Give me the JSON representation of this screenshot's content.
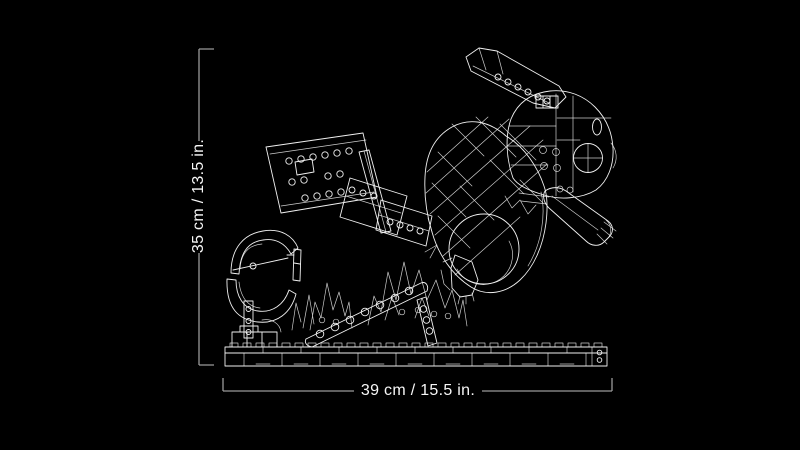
{
  "canvas": {
    "background_color": "#000000",
    "artwork_line_color": "#f0f0f0",
    "dimension_line_color": "#9a9a9a",
    "text_color": "#f7f7f7"
  },
  "artwork": {
    "subject": "White wireframe line-art of a brick-built Pikachu model diving over a studded baseplate, with an open Poke Ball on a stand, grass tufts and angled support struts",
    "parts": [
      "pikachu-head",
      "pikachu-ear",
      "pikachu-tail",
      "pikachu-torso",
      "pikachu-arm",
      "pikachu-feet",
      "pokeball",
      "pokeball-stand",
      "grass-tufts",
      "support-struts",
      "baseplate"
    ]
  },
  "dimensions": {
    "height": {
      "label": "35 cm / 13.5 in."
    },
    "width": {
      "label": "39 cm / 15.5 in."
    }
  }
}
